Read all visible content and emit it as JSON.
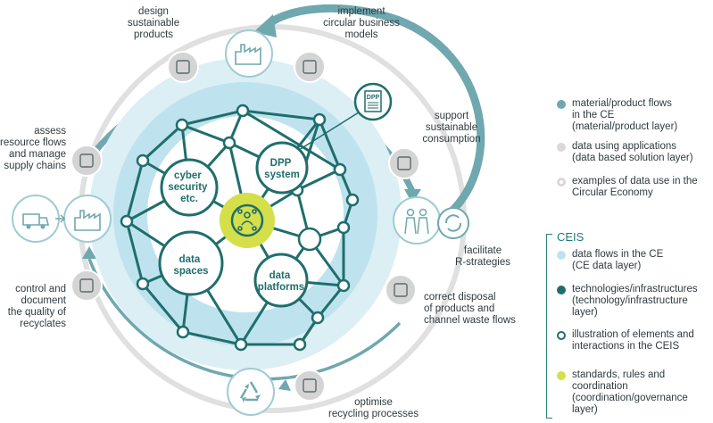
{
  "outer_labels": {
    "design": [
      "design",
      "sustainable",
      "products"
    ],
    "implement": [
      "implement",
      "circular business",
      "models"
    ],
    "support": [
      "support",
      "sustainable",
      "consumption"
    ],
    "facilitate": [
      "facilitate",
      "R-strategies"
    ],
    "correct": [
      "correct disposal",
      "of products and",
      "channel waste flows"
    ],
    "optimise": [
      "optimise",
      "recycling processes"
    ],
    "control": [
      "control and",
      "document",
      "the quality of",
      "recyclates"
    ],
    "assess": [
      "assess",
      "resource flows",
      "and manage",
      "supply chains"
    ]
  },
  "nodes": {
    "cyber": [
      "cyber",
      "security",
      "etc."
    ],
    "dpp_system": [
      "DPP",
      "system"
    ],
    "data_spaces": [
      "data",
      "spaces"
    ],
    "data_platforms": [
      "data",
      "platforms"
    ],
    "dpp_doc": "DPP"
  },
  "legend": {
    "items": [
      {
        "text": [
          "material/product flows",
          "in the CE",
          "(material/product layer)"
        ],
        "color": "#6fa8ae",
        "style": "fill"
      },
      {
        "text": [
          "data using applications",
          "(data based solution layer)"
        ],
        "color": "#d9d9d9",
        "style": "fill"
      },
      {
        "text": [
          "examples of data use in the",
          "Circular Economy"
        ],
        "color": "#d9d9d9",
        "style": "ring"
      }
    ],
    "ceis_title": "CEIS",
    "ceis_items": [
      {
        "text": [
          "data flows in the CE",
          "(CE data layer)"
        ],
        "color": "#bfe3ee",
        "style": "fill"
      },
      {
        "text": [
          "technologies/infrastructures",
          "(technology/infrastructure",
          "layer)"
        ],
        "color": "#1f6e6c",
        "style": "fill"
      },
      {
        "text": [
          "illustration of elements and",
          "interactions in the CEIS"
        ],
        "color": "#1f6e6c",
        "style": "outline"
      },
      {
        "text": [
          "standards, rules and",
          "coordination",
          "(coordination/governance",
          "layer)"
        ],
        "color": "#d4df4a",
        "style": "fill"
      }
    ]
  },
  "colors": {
    "teal_dark": "#1f6e6c",
    "teal_mid": "#6fa8ae",
    "light_blue": "#bfe3ee",
    "grey": "#d9d9d9",
    "yellow": "#d4df4a"
  }
}
